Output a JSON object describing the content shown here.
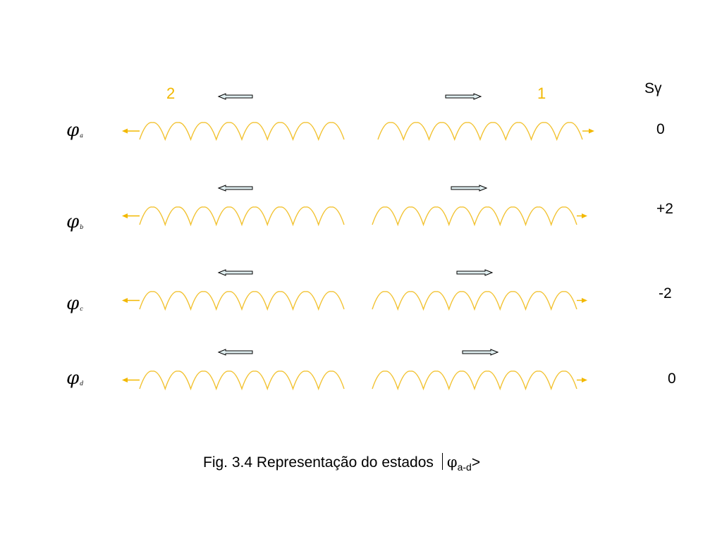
{
  "photons": {
    "left_label": "2",
    "right_label": "1"
  },
  "header": {
    "s_gamma": "Sγ"
  },
  "rows": [
    {
      "state_symbol": "φ",
      "state_sub": "a",
      "s_gamma": "0"
    },
    {
      "state_symbol": "φ",
      "state_sub": "b",
      "s_gamma": "+2"
    },
    {
      "state_symbol": "φ",
      "state_sub": "c",
      "s_gamma": "-2"
    },
    {
      "state_symbol": "φ",
      "state_sub": "d",
      "s_gamma": "0"
    }
  ],
  "caption": {
    "text": "Fig. 3.4 Representação do estados",
    "ket_symbol": "φ",
    "ket_sub": "a-d",
    "ket_close": ">"
  },
  "colors": {
    "wave": "#f2c230",
    "wave_arrow": "#f2b800",
    "label": "#f2b800",
    "spin_arrow_fill": "#dfeef0",
    "spin_arrow_stroke": "#000000"
  }
}
